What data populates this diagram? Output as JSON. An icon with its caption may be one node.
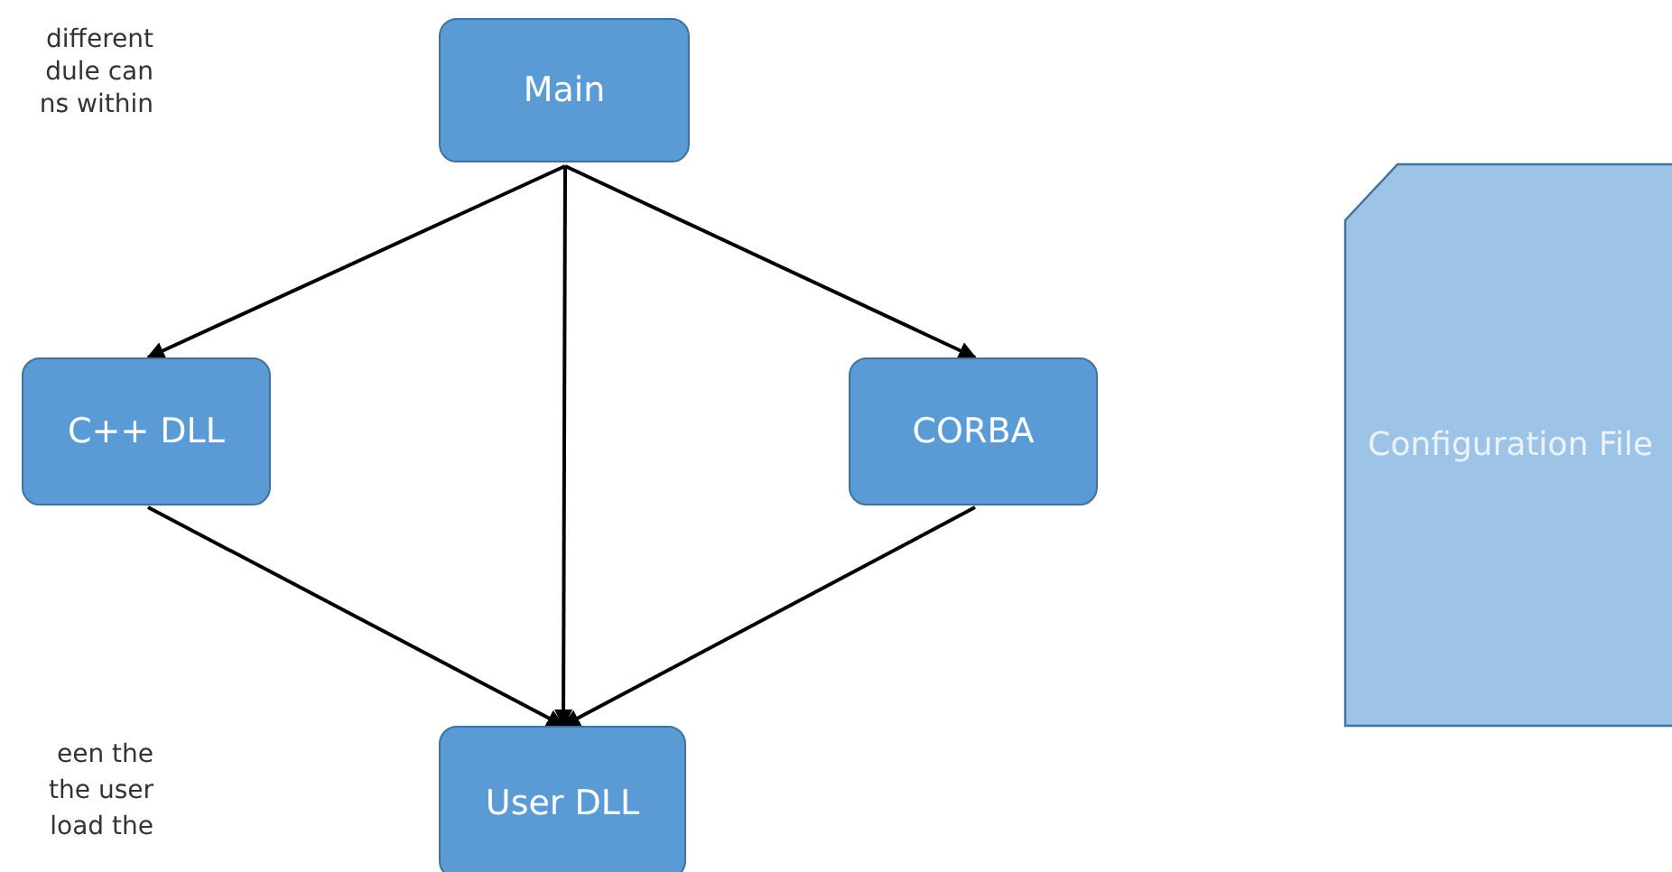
{
  "diagram": {
    "nodes": [
      {
        "text": [
          "Main"
        ]
      },
      {
        "text": [
          "C++ DLL"
        ]
      },
      {
        "text": [
          "CORBA"
        ]
      },
      {
        "text": [
          "User DLL"
        ]
      },
      {
        "text": [
          "Configuration File"
        ]
      }
    ],
    "edges": [
      {
        "from": 0,
        "to": 1,
        "arrow": "to"
      },
      {
        "from": 0,
        "to": 3,
        "arrow": "to"
      },
      {
        "from": 0,
        "to": 2,
        "arrow": "to"
      },
      {
        "from": 1,
        "to": 3,
        "arrow": "to"
      },
      {
        "from": 2,
        "to": 3,
        "arrow": "to"
      }
    ],
    "labels": [
      "different",
      "dule can",
      "ns within",
      "een the",
      "the user",
      "load the"
    ]
  }
}
